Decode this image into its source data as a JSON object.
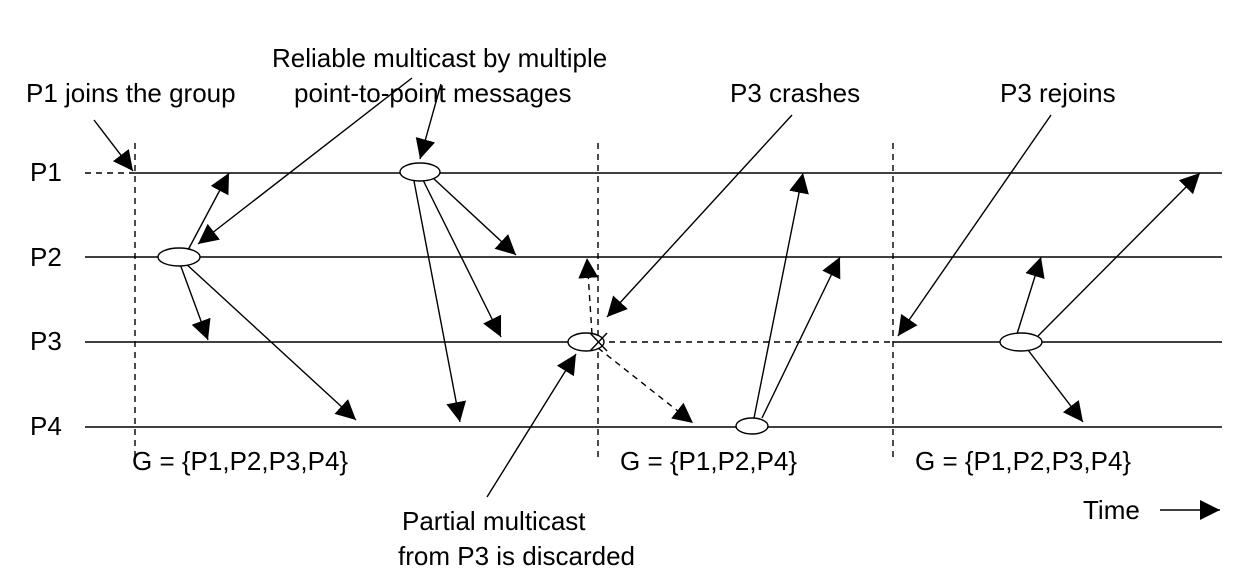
{
  "processes": [
    "P1",
    "P2",
    "P3",
    "P4"
  ],
  "groups": [
    "G = {P1,P2,P3,P4}",
    "G = {P1,P2,P4}",
    "G = {P1,P2,P3,P4}"
  ],
  "annotations": {
    "join": "P1 joins the group",
    "reliable_line1": "Reliable multicast by multiple",
    "reliable_line2": "point-to-point messages",
    "crash": "P3 crashes",
    "rejoin": "P3 rejoins",
    "partial_line1": "Partial multicast",
    "partial_line2": "from P3 is discarded",
    "time": "Time"
  }
}
